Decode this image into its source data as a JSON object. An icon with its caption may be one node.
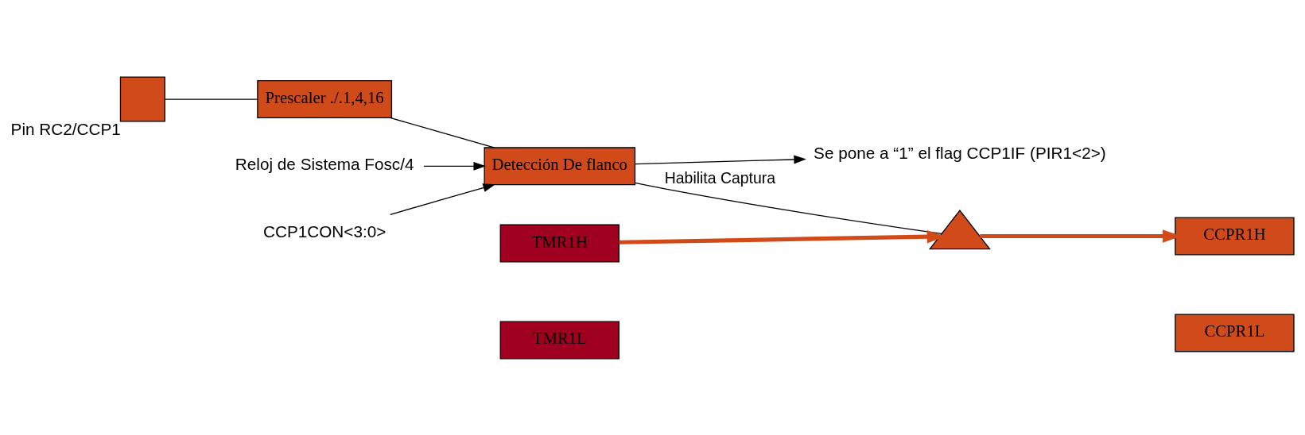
{
  "diagram": {
    "nodes": [
      {
        "text": [],
        "shape": "box",
        "beside": [
          "Pin RC2/CCP1"
        ]
      },
      {
        "text": [
          "Prescaler ./.1,4,16"
        ]
      },
      {
        "text": [
          "Detección De flanco"
        ]
      },
      {
        "text": [
          "Se pone a “1” el flag CCP1IF (PIR1<2>)"
        ]
      },
      {
        "text": [
          "CCPR1H"
        ]
      },
      {
        "text": [
          "CCPR1L"
        ]
      },
      {
        "text": [],
        "shape": "triangle"
      },
      {
        "text": [
          "TMR1H"
        ]
      },
      {
        "text": [
          "TMR1L"
        ]
      },
      {
        "text": [
          "Reloj de Sistema Fosc/4"
        ]
      },
      {
        "text": [
          "CCP1CON<3:0>"
        ]
      }
    ],
    "edges": [
      {
        "from": 0,
        "to": 1,
        "arrow": "none"
      },
      {
        "from": 1,
        "to": 2,
        "arrow": "none"
      },
      {
        "from": 2,
        "to": 3,
        "arrow": "to"
      },
      {
        "from": 2,
        "to": 6,
        "arrow": "none",
        "label": "Habilita Captura"
      },
      {
        "from": 7,
        "to": 6,
        "arrow": "to",
        "style": "thick",
        "color": "#d04a1a"
      },
      {
        "from": 6,
        "to": 4,
        "arrow": "to",
        "style": "thick",
        "color": "#d04a1a"
      },
      {
        "from": 9,
        "to": 2,
        "arrow": "to"
      },
      {
        "from": 10,
        "to": 2,
        "arrow": "to"
      }
    ]
  }
}
